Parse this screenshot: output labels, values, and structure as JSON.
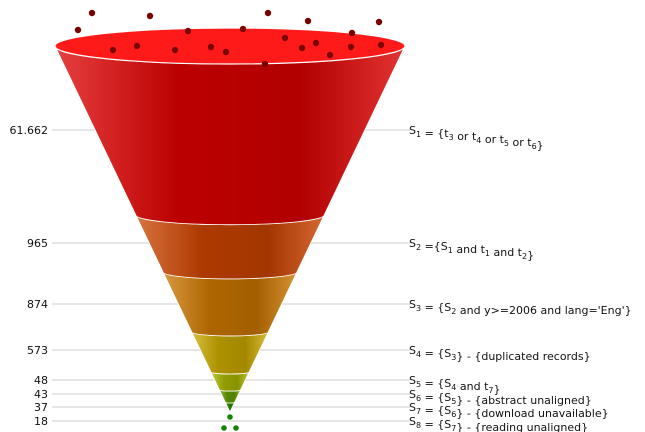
{
  "funnel": {
    "stages": [
      {
        "value": "61.662",
        "label": "S",
        "sub": "1",
        "definition": [
          [
            "",
            " = {t"
          ],
          [
            "3",
            " or t"
          ],
          [
            "4",
            " or t"
          ],
          [
            "5",
            " or t"
          ],
          [
            "6",
            "}"
          ]
        ],
        "color": "#dd0000"
      },
      {
        "value": "965",
        "label": "S",
        "sub": "2",
        "definition": [
          [
            "",
            " ={S"
          ],
          [
            "1",
            " and t"
          ],
          [
            "1",
            " and t"
          ],
          [
            "2",
            "}"
          ]
        ],
        "color": "#cc4400"
      },
      {
        "value": "874",
        "label": "S",
        "sub": "3",
        "definition": [
          [
            "",
            " = {S"
          ],
          [
            "2",
            " and y>=2006 and lang='Eng'}"
          ]
        ],
        "color": "#cc7700"
      },
      {
        "value": "573",
        "label": "S",
        "sub": "4",
        "definition": [
          [
            "",
            " = {S"
          ],
          [
            "3",
            "} - {duplicated records}"
          ]
        ],
        "color": "#ccaa00"
      },
      {
        "value": "48",
        "label": "S",
        "sub": "5",
        "definition": [
          [
            "",
            " = {S"
          ],
          [
            "4",
            " and t"
          ],
          [
            "7",
            "}"
          ]
        ],
        "color": "#aab800"
      },
      {
        "value": "43",
        "label": "S",
        "sub": "6",
        "definition": [
          [
            "",
            " = {S"
          ],
          [
            "5",
            "} - {abstract unaligned}"
          ]
        ],
        "color": "#66a000"
      },
      {
        "value": "37",
        "label": "S",
        "sub": "7",
        "definition": [
          [
            "",
            " = {S"
          ],
          [
            "6",
            "} - {download unavailable}"
          ]
        ],
        "color": "#2e8b00"
      },
      {
        "value": "18",
        "label": "S",
        "sub": "8",
        "definition": [
          [
            "",
            " = {S"
          ],
          [
            "7",
            "} - {reading unaligned}"
          ]
        ],
        "color": "#1a7a00"
      }
    ],
    "top_dot_color": "#7a0000",
    "bottom_dot_color": "#118800",
    "guide_line_color": "#cccccc"
  }
}
